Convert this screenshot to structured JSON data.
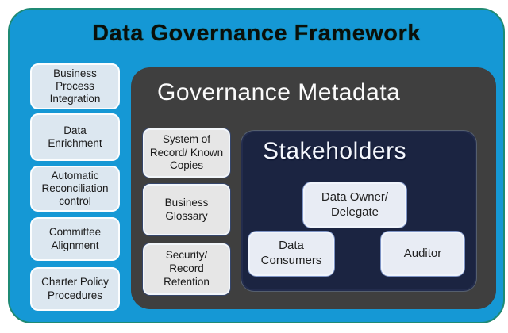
{
  "frame": {
    "title": "Data Governance Framework"
  },
  "sidebar": {
    "items": [
      {
        "label": "Business\nProcess\nIntegration"
      },
      {
        "label": "Data\nEnrichment"
      },
      {
        "label": "Automatic\nReconciliation\ncontrol"
      },
      {
        "label": "Committee\nAlignment"
      },
      {
        "label": "Charter Policy\nProcedures"
      }
    ]
  },
  "metadata": {
    "title": "Governance Metadata",
    "items": [
      {
        "label": "System of\nRecord/ Known\nCopies"
      },
      {
        "label": "Business\nGlossary"
      },
      {
        "label": "Security/\nRecord\nRetention"
      }
    ],
    "stakeholders": {
      "title": "Stakeholders",
      "owner_label": "Data Owner/\nDelegate",
      "consumers_label": "Data\nConsumers",
      "auditor_label": "Auditor"
    }
  },
  "colors": {
    "frame_blue": "#1598d5",
    "frame_border_teal": "#1f8a74",
    "metadata_gray": "#3f3f3f",
    "stakeholders_navy": "#1b2441",
    "light_box_fill": "#dce7f0",
    "mid_box_fill": "#e6e6e6",
    "stakeholder_box_fill": "#e8ecf4",
    "title_text": "#0a0f0a",
    "light_text": "#fbfbfb"
  }
}
